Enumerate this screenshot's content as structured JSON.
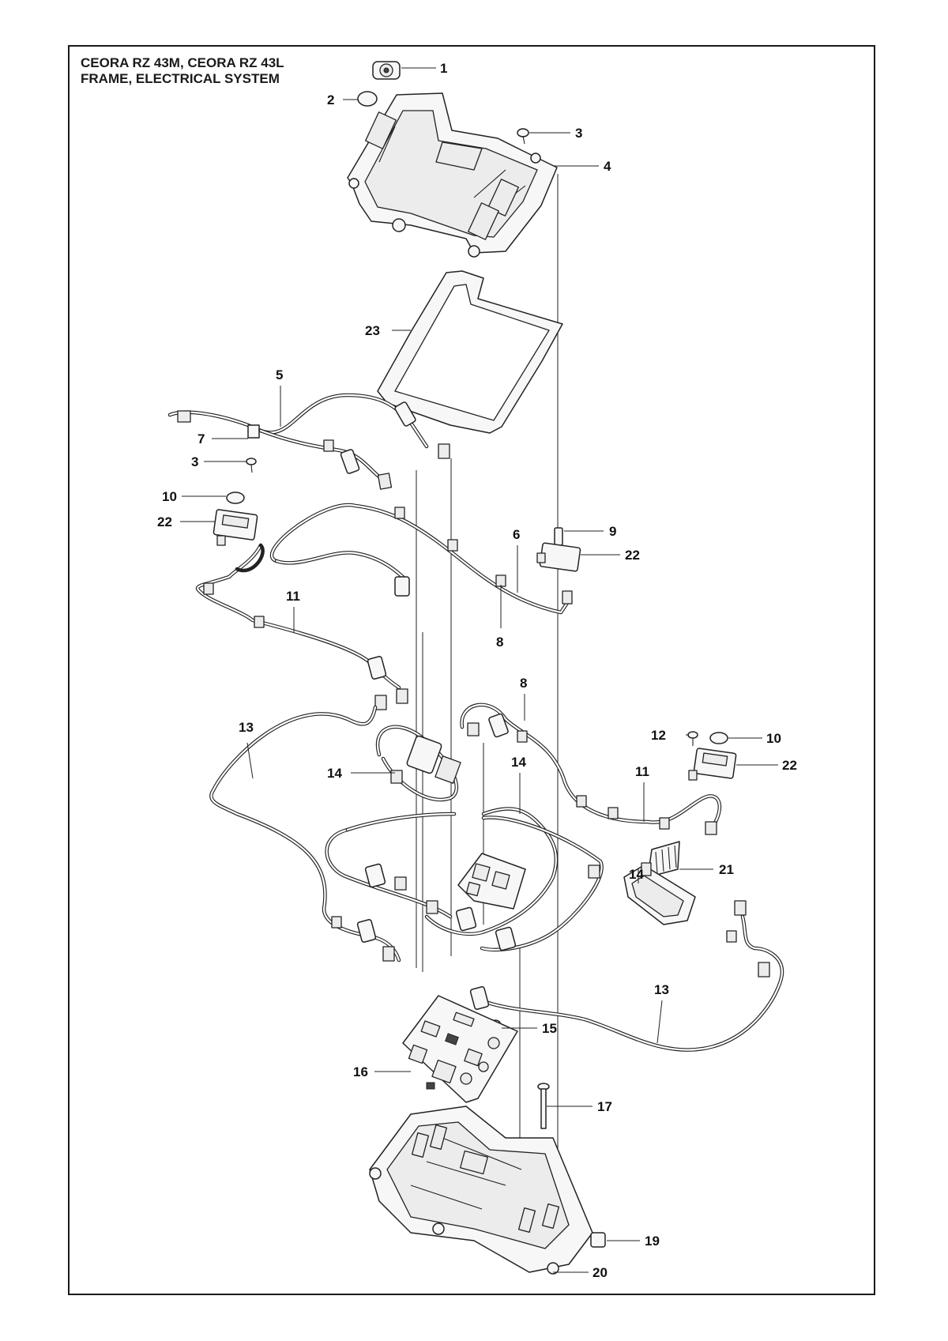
{
  "title": {
    "line1": "CEORA RZ 43M, CEORA RZ 43L",
    "line2": "FRAME, ELECTRICAL SYSTEM"
  },
  "callouts": [
    {
      "id": "c1",
      "label": "1"
    },
    {
      "id": "c2",
      "label": "2"
    },
    {
      "id": "c3a",
      "label": "3"
    },
    {
      "id": "c4",
      "label": "4"
    },
    {
      "id": "c23",
      "label": "23"
    },
    {
      "id": "c5",
      "label": "5"
    },
    {
      "id": "c7",
      "label": "7"
    },
    {
      "id": "c3b",
      "label": "3"
    },
    {
      "id": "c10a",
      "label": "10"
    },
    {
      "id": "c22a",
      "label": "22"
    },
    {
      "id": "c9",
      "label": "9"
    },
    {
      "id": "c6",
      "label": "6"
    },
    {
      "id": "c22b",
      "label": "22"
    },
    {
      "id": "c11a",
      "label": "11"
    },
    {
      "id": "c8a",
      "label": "8"
    },
    {
      "id": "c8b",
      "label": "8"
    },
    {
      "id": "c13a",
      "label": "13"
    },
    {
      "id": "c12",
      "label": "12"
    },
    {
      "id": "c10b",
      "label": "10"
    },
    {
      "id": "c14a",
      "label": "14"
    },
    {
      "id": "c14b",
      "label": "14"
    },
    {
      "id": "c22c",
      "label": "22"
    },
    {
      "id": "c11b",
      "label": "11"
    },
    {
      "id": "c14c",
      "label": "14"
    },
    {
      "id": "c21",
      "label": "21"
    },
    {
      "id": "c13b",
      "label": "13"
    },
    {
      "id": "c15",
      "label": "15"
    },
    {
      "id": "c16",
      "label": "16"
    },
    {
      "id": "c17",
      "label": "17"
    },
    {
      "id": "c19",
      "label": "19"
    },
    {
      "id": "c20",
      "label": "20"
    }
  ]
}
